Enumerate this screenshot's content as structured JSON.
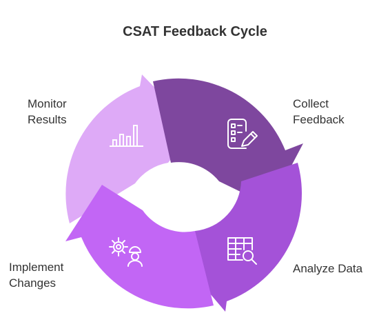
{
  "title": "CSAT Feedback Cycle",
  "stages": [
    {
      "id": "collect",
      "lines": [
        "Collect",
        "Feedback"
      ],
      "icon": "checklist-pencil-icon",
      "color": "#7e479e"
    },
    {
      "id": "analyze",
      "lines": [
        "Analyze Data"
      ],
      "icon": "table-magnifier-icon",
      "color": "#a452d8"
    },
    {
      "id": "implement",
      "lines": [
        "Implement",
        "Changes"
      ],
      "icon": "gear-worker-icon",
      "color": "#c266f5"
    },
    {
      "id": "monitor",
      "lines": [
        "Monitor",
        "Results"
      ],
      "icon": "bar-chart-icon",
      "color": "#deaaf7"
    }
  ]
}
